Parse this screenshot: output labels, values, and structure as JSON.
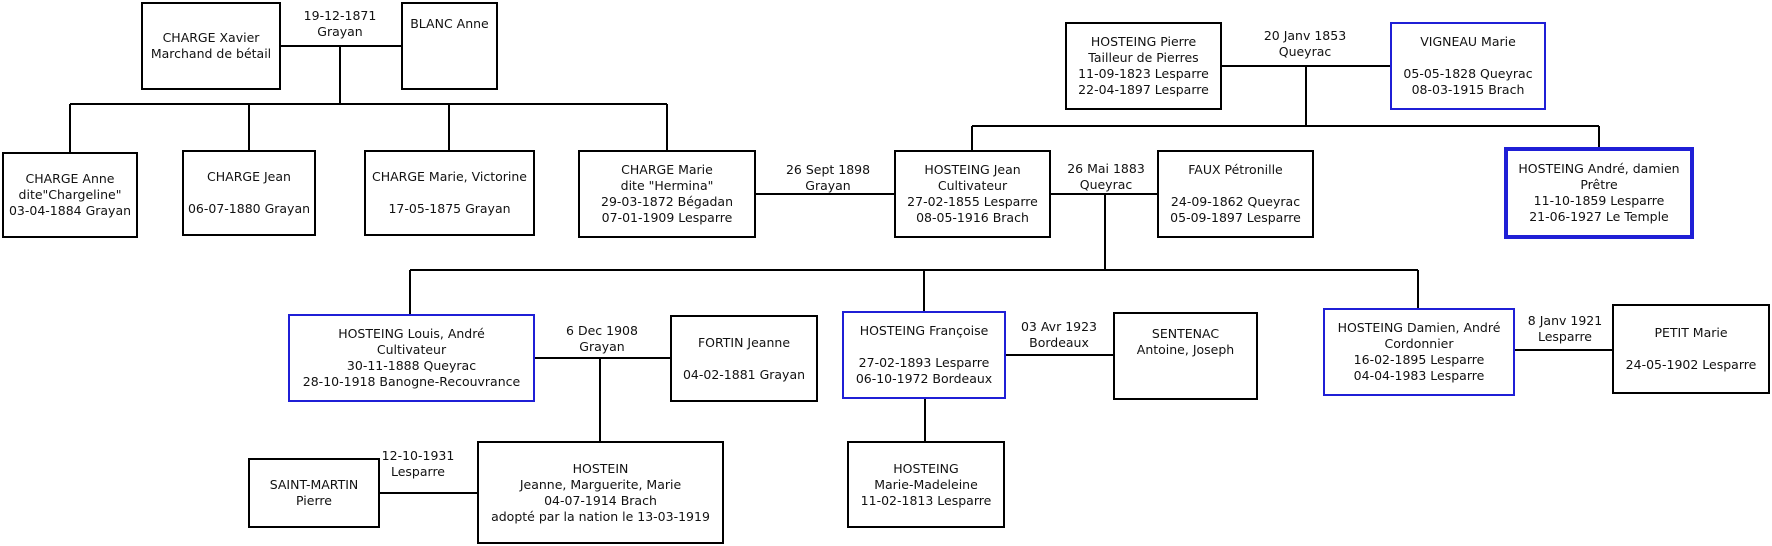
{
  "persons": {
    "charge_xavier": [
      "CHARGE Xavier",
      "Marchand de bétail"
    ],
    "blanc_anne": [
      "BLANC Anne"
    ],
    "charge_anne": [
      "CHARGE Anne",
      "dite\"Chargeline\"",
      "03-04-1884 Grayan"
    ],
    "charge_jean": [
      "CHARGE Jean",
      "",
      "06-07-1880 Grayan"
    ],
    "charge_marie_victorine": [
      "CHARGE Marie, Victorine",
      "",
      "17-05-1875 Grayan"
    ],
    "charge_marie": [
      "CHARGE Marie",
      "dite \"Hermina\"",
      "29-03-1872 Bégadan",
      "07-01-1909 Lesparre"
    ],
    "hosteing_jean": [
      "HOSTEING Jean",
      "Cultivateur",
      "27-02-1855 Lesparre",
      "08-05-1916 Brach"
    ],
    "faux_petronille": [
      "FAUX Pétronille",
      "",
      "24-09-1862 Queyrac",
      "05-09-1897 Lesparre"
    ],
    "hosteing_pierre": [
      "HOSTEING Pierre",
      "Tailleur de Pierres",
      "11-09-1823 Lesparre",
      "22-04-1897 Lesparre"
    ],
    "vigneau_marie": [
      "VIGNEAU Marie",
      "",
      "05-05-1828 Queyrac",
      "08-03-1915 Brach"
    ],
    "hosteing_andre": [
      "HOSTEING André, damien",
      "Prêtre",
      "11-10-1859 Lesparre",
      "21-06-1927 Le Temple"
    ],
    "hosteing_louis": [
      "HOSTEING Louis, André",
      "Cultivateur",
      "30-11-1888 Queyrac",
      "28-10-1918 Banogne-Recouvrance"
    ],
    "fortin_jeanne": [
      "FORTIN Jeanne",
      "",
      "04-02-1881 Grayan"
    ],
    "hosteing_francoise": [
      "HOSTEING Françoise",
      "",
      "27-02-1893 Lesparre",
      "06-10-1972 Bordeaux"
    ],
    "sentenac": [
      "SENTENAC",
      "Antoine, Joseph"
    ],
    "hosteing_damien": [
      "HOSTEING Damien, André",
      "Cordonnier",
      "16-02-1895 Lesparre",
      "04-04-1983 Lesparre"
    ],
    "petit_marie": [
      "PETIT Marie",
      "",
      "24-05-1902 Lesparre"
    ],
    "saint_martin": [
      "SAINT-MARTIN",
      "Pierre"
    ],
    "hostein_jeanne": [
      "HOSTEIN",
      "Jeanne, Marguerite, Marie",
      "04-07-1914 Brach",
      "adopté par la nation le 13-03-1919"
    ],
    "hosteing_marie_madeleine": [
      "HOSTEING",
      "Marie-Madeleine",
      "11-02-1813 Lesparre"
    ]
  },
  "marriages": {
    "charge_blanc": [
      "19-12-1871",
      "Grayan"
    ],
    "hosteing_vigneau": [
      "20 Janv 1853",
      "Queyrac"
    ],
    "charge_hosteing": [
      "26 Sept 1898",
      "Grayan"
    ],
    "hosteing_faux": [
      "26 Mai 1883",
      "Queyrac"
    ],
    "louis_fortin": [
      "6 Dec 1908",
      "Grayan"
    ],
    "francoise_sentenac": [
      "03 Avr 1923",
      "Bordeaux"
    ],
    "damien_petit": [
      "8 Janv 1921",
      "Lesparre"
    ],
    "saintmartin_hostein": [
      "12-10-1931",
      "Lesparre"
    ]
  },
  "colors": {
    "line": "#000000",
    "highlight": "#1f1fd6"
  }
}
